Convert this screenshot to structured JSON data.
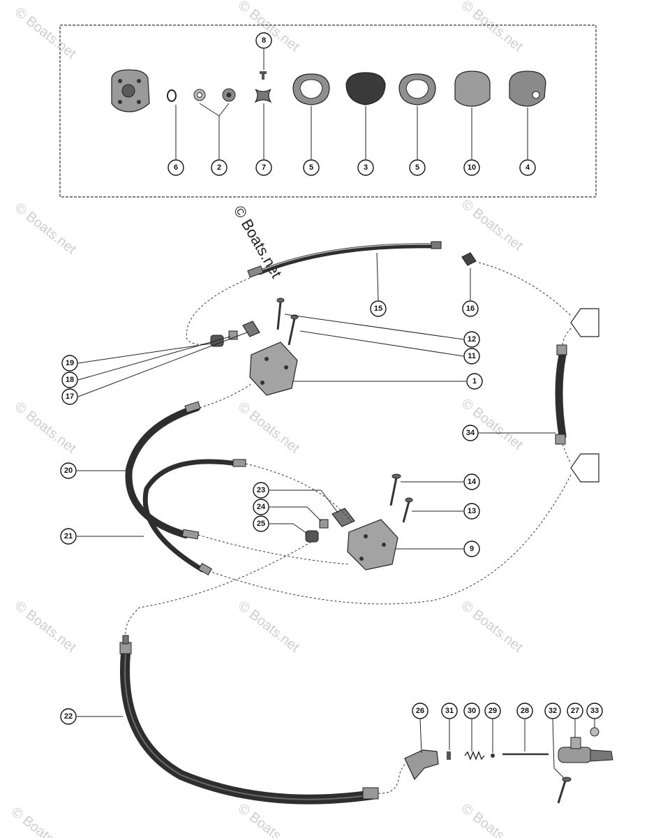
{
  "watermark": {
    "main": "© Boats.net",
    "repeat": "© Boats.net"
  },
  "callouts": {
    "c1": "1",
    "c2": "2",
    "c3": "3",
    "c4": "4",
    "c5a": "5",
    "c5b": "5",
    "c6": "6",
    "c7": "7",
    "c8": "8",
    "c9": "9",
    "c10": "10",
    "c11": "11",
    "c12": "12",
    "c13": "13",
    "c14": "14",
    "c15": "15",
    "c16": "16",
    "c17": "17",
    "c18": "18",
    "c19": "19",
    "c20": "20",
    "c21": "21",
    "c22": "22",
    "c23": "23",
    "c24": "24",
    "c25": "25",
    "c26": "26",
    "c27": "27",
    "c28": "28",
    "c29": "29",
    "c30": "30",
    "c31": "31",
    "c32": "32",
    "c33": "33",
    "c34": "34"
  }
}
